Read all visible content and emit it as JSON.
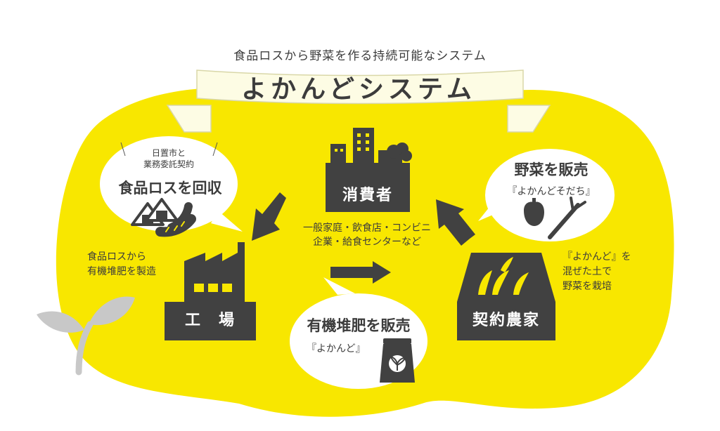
{
  "header": {
    "subtitle": "食品ロスから野菜を作る持続可能なシステム",
    "title": "よかんどシステム"
  },
  "nodes": {
    "consumer": "消費者",
    "factory": "工　場",
    "farmer": "契約農家"
  },
  "consumer_note": {
    "line1": "一般家庭・飲食店・コンビニ",
    "line2": "企業・給食センターなど"
  },
  "bubbles": {
    "collect": {
      "small1": "日置市と",
      "small2": "業務委託契約",
      "main": "食品ロスを回収"
    },
    "sell_compost": {
      "main": "有機堆肥を販売",
      "sub": "『よかんど』"
    },
    "sell_veg": {
      "main": "野菜を販売",
      "sub": "『よかんどそだち』"
    }
  },
  "notes": {
    "factory": [
      "食品ロスから",
      "有機堆肥を製造"
    ],
    "farmer": [
      "『よかんど』を",
      "混ぜた土で",
      "野菜を栽培"
    ]
  },
  "colors": {
    "yellow": "#f8e700",
    "dark": "#414141",
    "gray_sprout": "#c8c8c8",
    "banner": "#fdfce4"
  },
  "icons": [
    "onigiri-icon",
    "sausage-icon",
    "bell-pepper-icon",
    "green-onion-icon",
    "compost-bag-icon",
    "sprout-icon"
  ]
}
